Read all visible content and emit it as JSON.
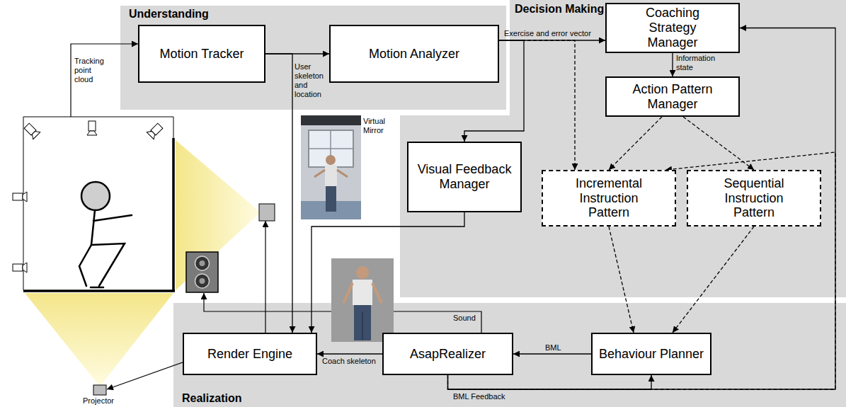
{
  "diagram": {
    "nodes": [
      {
        "text": [
          "Understanding"
        ]
      },
      {
        "text": [
          "Motion Tracker"
        ],
        "in": 0
      },
      {
        "text": [
          "Motion Analyzer"
        ],
        "in": 0
      },
      {
        "text": [
          "Decision Making"
        ]
      },
      {
        "text": [
          "Coaching Strategy Manager"
        ],
        "in": 3
      },
      {
        "text": [
          "Action Pattern Manager"
        ],
        "in": 3
      },
      {
        "text": [
          "Visual Feedback Manager"
        ],
        "in": 3
      },
      {
        "text": [
          "Incremental Instruction Pattern"
        ],
        "in": 3
      },
      {
        "text": [
          "Sequential Instruction Pattern"
        ],
        "in": 3
      },
      {
        "text": [
          "Realization"
        ]
      },
      {
        "text": [
          "Render Engine"
        ],
        "in": 9
      },
      {
        "text": [
          "AsapRealizer"
        ],
        "in": 9
      },
      {
        "text": [
          "Behaviour Planner"
        ],
        "in": 9
      }
    ],
    "edges": [
      {
        "from": 1,
        "to": 2,
        "arrow": "to"
      },
      {
        "from": 1,
        "to": 10,
        "arrow": "to",
        "label": "User skeleton and location"
      },
      {
        "from": 2,
        "to": 4,
        "arrow": "to",
        "label": "Exercise and error vector"
      },
      {
        "from": 2,
        "to": 6,
        "arrow": "to"
      },
      {
        "from": 2,
        "to": 7,
        "arrow": "to"
      },
      {
        "from": 4,
        "to": 5,
        "arrow": "to",
        "label": "Information state"
      },
      {
        "from": 6,
        "to": 10,
        "arrow": "to"
      },
      {
        "from": 5,
        "to": 7,
        "arrow": "to"
      },
      {
        "from": 5,
        "to": 8,
        "arrow": "to"
      },
      {
        "from": 7,
        "to": 12,
        "arrow": "to"
      },
      {
        "from": 8,
        "to": 12,
        "arrow": "to"
      },
      {
        "from": 12,
        "to": 11,
        "arrow": "to",
        "label": "BML"
      },
      {
        "from": 11,
        "to": 10,
        "arrow": "to",
        "label": "Coach skeleton"
      },
      {
        "from": 11,
        "to": 12,
        "arrow": "to",
        "label": "BML Feedback"
      },
      {
        "from": 11,
        "to": 4,
        "arrow": "to"
      },
      {
        "from": 11,
        "to": 7,
        "arrow": "to"
      }
    ],
    "labels": [
      "Tracking point cloud",
      "Virtual Mirror",
      "Sound",
      "Projector"
    ]
  }
}
